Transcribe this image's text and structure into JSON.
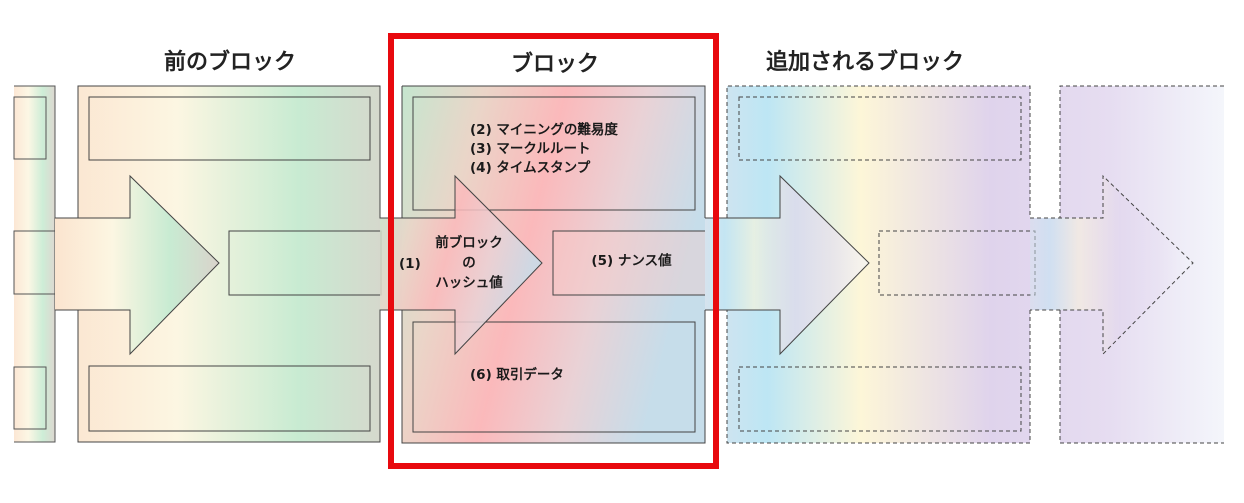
{
  "headings": {
    "previous_block": "前のブロック",
    "block": "ブロック",
    "added_block": "追加されるブロック"
  },
  "fields": {
    "prev_hash_marker": "(1)",
    "prev_hash_line1": "前ブロック",
    "prev_hash_line2": "の",
    "prev_hash_line3": "ハッシュ値",
    "difficulty": "(2) マイニングの難易度",
    "merkle_root": "(3) マークルルート",
    "timestamp": "(4) タイムスタンプ",
    "nonce": "(5) ナンス値",
    "transactions": "(6) 取引データ"
  },
  "colors": {
    "highlight_frame": "#e8090e",
    "dotted_link": "#e8090e",
    "outline": "#333333"
  }
}
